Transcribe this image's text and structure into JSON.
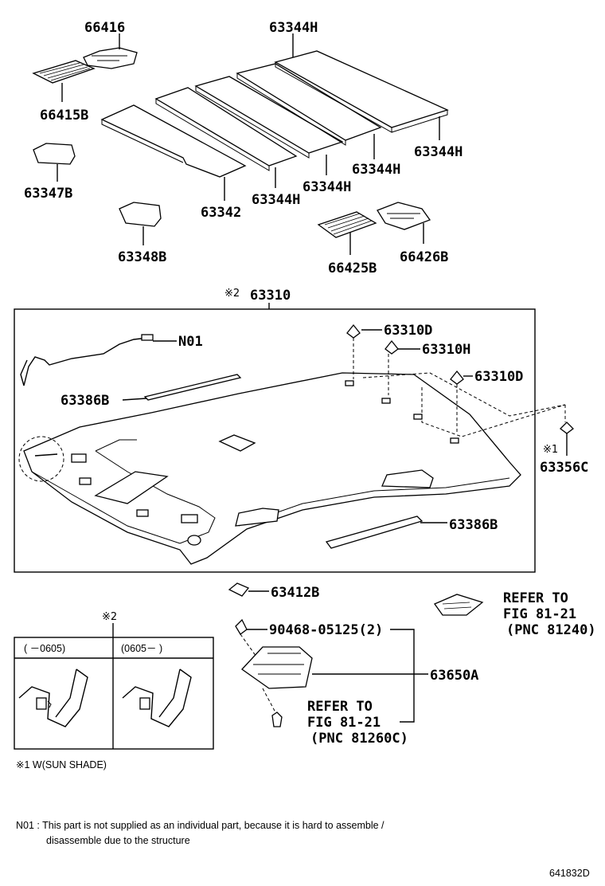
{
  "parts": {
    "p66416": "66416",
    "p63344h_top": "63344H",
    "p66415b": "66415B",
    "p63344h_right": "63344H",
    "p63344h_mid": "63344H",
    "p63344h_low": "63344H",
    "p63344h_bot": "63344H",
    "p63347b": "63347B",
    "p63342": "63342",
    "p63348b": "63348B",
    "p66425b": "66425B",
    "p66426b": "66426B",
    "p63310": "63310",
    "p63310d_a": "63310D",
    "p63310h": "63310H",
    "p63310d_b": "63310D",
    "n01": "N01",
    "p63386b_a": "63386B",
    "p63386b_b": "63386B",
    "p63356c": "63356C",
    "p63412b": "63412B",
    "p90468": "90468-05125(2)",
    "p63650a": "63650A"
  },
  "marks": {
    "mark2_main": "※2",
    "mark1": "※1",
    "mark2_inset": "※2"
  },
  "refers": {
    "ref1_line1": "REFER TO",
    "ref1_line2": "FIG 81-21",
    "ref1_line3": "(PNC 81240)",
    "ref2_line1": "REFER TO",
    "ref2_line2": "FIG 81-21",
    "ref2_line3": "(PNC 81260C)"
  },
  "inset": {
    "col1": "(      －0605)",
    "col2": "(0605－      )"
  },
  "notes": {
    "legend1": "※1 W(SUN SHADE)",
    "n01_line1": "N01 : This part is not supplied as an individual part, because it is hard to assemble /",
    "n01_line2": "disassemble due to the structure",
    "fig_code": "641832D"
  }
}
